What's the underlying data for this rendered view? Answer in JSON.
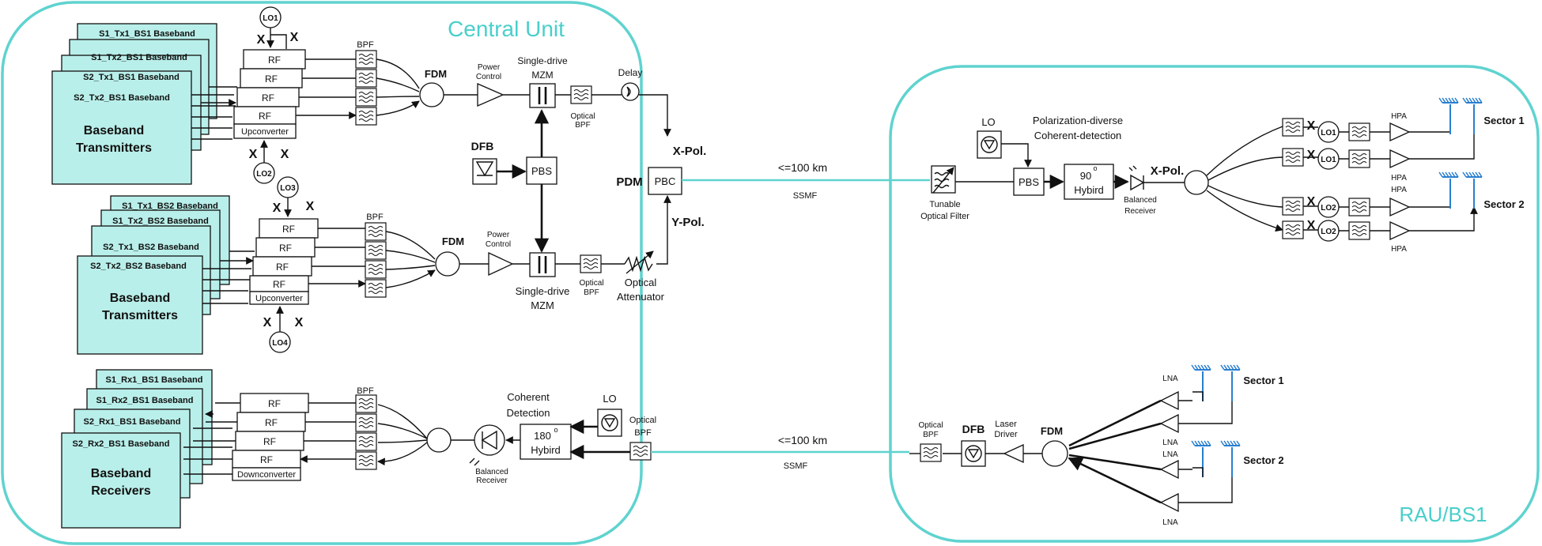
{
  "units": {
    "central": "Central Unit",
    "rau": "RAU/BS1"
  },
  "tx1": {
    "cards": [
      "S1_Tx1_BS1 Baseband",
      "S1_Tx2_BS1 Baseband",
      "S2_Tx1_BS1 Baseband",
      "S2_Tx2_BS1  Baseband"
    ],
    "main": [
      "Baseband",
      "Transmitters"
    ],
    "lo_top": "LO1",
    "lo_bottom": "LO2"
  },
  "tx2": {
    "cards": [
      "S1_Tx1_BS2 Baseband",
      "S1_Tx2_BS2 Baseband",
      "S2_Tx1_BS2 Baseband",
      "S2_Tx2_BS2 Baseband"
    ],
    "main": [
      "Baseband",
      "Transmitters"
    ],
    "lo_top": "LO3",
    "lo_bottom": "LO4"
  },
  "rx": {
    "cards": [
      "S1_Rx1_BS1 Baseband",
      "S1_Rx2_BS1 Baseband",
      "S2_Rx1_BS1 Baseband",
      "S2_Rx2_BS1 Baseband"
    ],
    "main": [
      "Baseband",
      "Receivers"
    ]
  },
  "labels": {
    "rf": "RF",
    "upconverter": "Upconverter",
    "downconverter": "Downconverter",
    "bpf": "BPF",
    "fdm": "FDM",
    "mixer": "X",
    "power_control": [
      "Power",
      "Control"
    ],
    "single_drive": "Single-drive",
    "mzm": "MZM",
    "optical_bpf": [
      "Optical",
      "BPF"
    ],
    "delay": "Delay",
    "dfb": "DFB",
    "pbs": "PBS",
    "pdm": "PDM",
    "pbc": "PBC",
    "x_pol": "X-Pol.",
    "y_pol": "Y-Pol.",
    "optical_attenuator": [
      "Optical",
      "Attenuator"
    ],
    "coherent_detection": [
      "Coherent",
      "Detection"
    ],
    "lo": "LO",
    "hybrid180": [
      "180",
      "Hybird"
    ],
    "deg": "o",
    "balanced_receiver": [
      "Balanced",
      "Receiver"
    ],
    "link_distance": "<=100 km",
    "ssmf": "SSMF",
    "tunable_filter": [
      "Tunable",
      "Optical Filter"
    ],
    "polarization_diverse": [
      "Polarization-diverse",
      "Coherent-detection"
    ],
    "hybrid90": [
      "90",
      "Hybird"
    ],
    "hpa": "HPA",
    "lna": "LNA",
    "sector1": "Sector 1",
    "sector2": "Sector 2",
    "laser_driver": [
      "Laser",
      "Driver"
    ],
    "rau_lo": [
      "LO1",
      "LO1",
      "LO2",
      "LO2"
    ]
  }
}
